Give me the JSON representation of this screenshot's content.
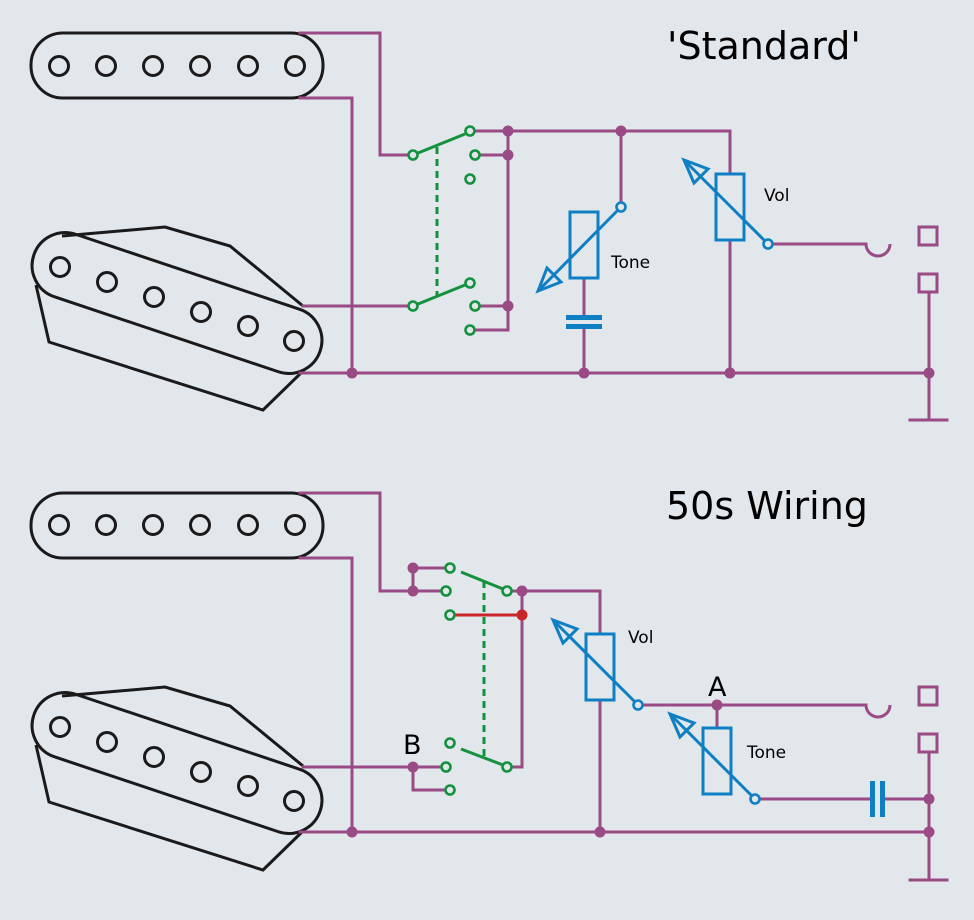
{
  "diagram": {
    "description": "Telecaster-style guitar wiring schematics",
    "colors": {
      "background": "#e2e7ec",
      "wire": "#9a4a85",
      "switch": "#13913e",
      "potentiometer": "#0f7fc4",
      "capacitor": "#0f7fc4",
      "highlight_wire": "#c8262a",
      "pickup_outline": "#1a1a1a"
    },
    "sections": [
      {
        "title": "'Standard'",
        "components": {
          "neck_pickup": "Neck pickup (6 pole pieces)",
          "bridge_pickup": "Bridge pickup (6 pole pieces)",
          "switch": "3-way pickup selector (2 poles)",
          "tone_label": "Tone",
          "vol_label": "Vol",
          "capacitor": "Tone capacitor",
          "jack": "Output jack",
          "ground": "Ground"
        }
      },
      {
        "title": "50s Wiring",
        "components": {
          "neck_pickup": "Neck pickup (6 pole pieces)",
          "bridge_pickup": "Bridge pickup (6 pole pieces)",
          "switch": "3-way pickup selector (2 poles)",
          "vol_label": "Vol",
          "tone_label": "Tone",
          "point_a_label": "A",
          "point_b_label": "B",
          "capacitor": "Tone capacitor",
          "jack": "Output jack",
          "ground": "Ground"
        }
      }
    ]
  }
}
